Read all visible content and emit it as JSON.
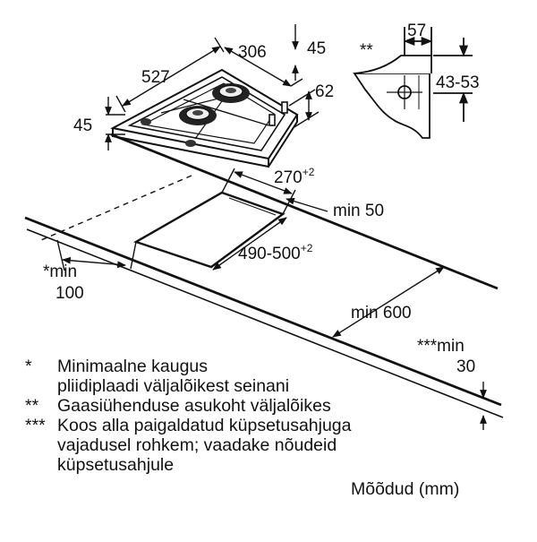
{
  "hob": {
    "width": "527",
    "depth": "306",
    "height_top": "45",
    "height_left": "45",
    "side_offset": "62"
  },
  "section": {
    "gas_marker": "**",
    "width": "57",
    "height_range": "43-53"
  },
  "cutout": {
    "depth": "270",
    "depth_tol": "+2",
    "width": "490-500",
    "width_tol": "+2",
    "edge_min": "min 50",
    "wall_min_prefix": "*min",
    "wall_min_value": "100",
    "front_min": "min 600",
    "oven_min_prefix": "***min",
    "oven_min_value": "30"
  },
  "notes": [
    {
      "mark": "*",
      "text": "Minimaalne kaugus\npliidiplaadi väljalõikest seinani"
    },
    {
      "mark": "**",
      "text": "Gaasiühenduse asukoht väljalõikes"
    },
    {
      "mark": "***",
      "text": "Koos alla paigaldatud küpsetusahjuga\nvajadusel rohkem; vaadake nõudeid\nküpsetusahjule"
    }
  ],
  "units_label": "Mõõdud (mm)"
}
